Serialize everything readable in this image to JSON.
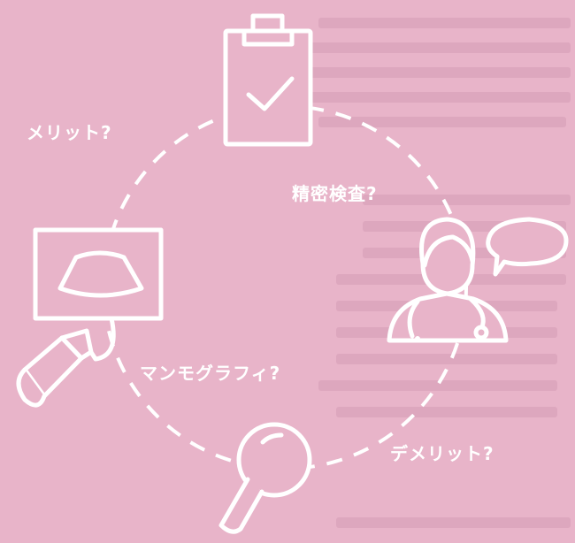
{
  "labels": {
    "merit": "メリット?",
    "detailed_exam": "精密検査?",
    "mammography": "マンモグラフィ?",
    "demerit": "デメリット?"
  },
  "icons": [
    "clipboard-check-icon",
    "ultrasound-monitor-icon",
    "ultrasound-probe-icon",
    "doctor-icon",
    "speech-bubble-icon",
    "magnifier-icon"
  ],
  "colors": {
    "background": "#e8b4c9",
    "foreground": "#ffffff",
    "background_text": "#dca4bb"
  }
}
